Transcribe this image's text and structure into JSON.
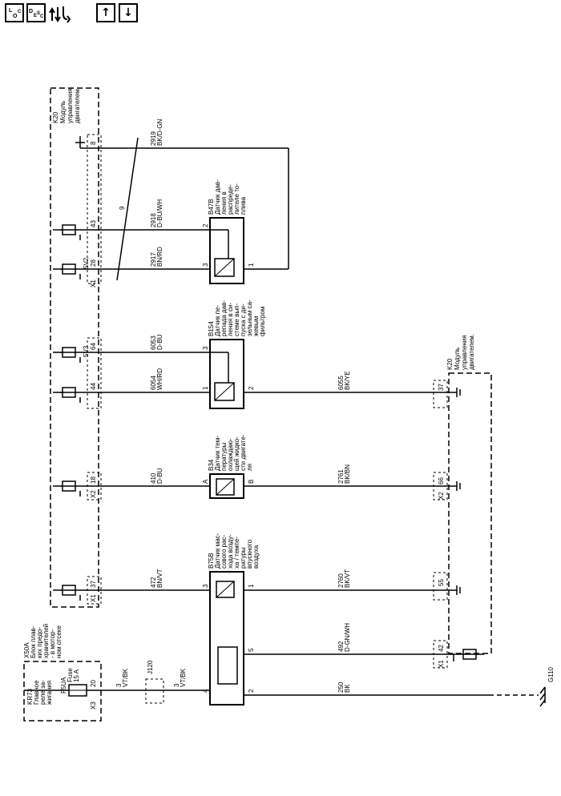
{
  "toolbar": {
    "legend_label": "LOC",
    "description_label": "DESC",
    "up_arrow": "↑",
    "down_arrow": "↓"
  },
  "ecm": {
    "id": "K20",
    "name_line1": "Модуль",
    "name_line2": "управления",
    "name_line3": "двигателем.",
    "group_5v2": "5V2",
    "group_5v3": "5V3"
  },
  "connectors": {
    "x1": "X1",
    "x2": "X2",
    "x3": "X3"
  },
  "pins_left": [
    "8",
    "43",
    "28",
    "64",
    "44",
    "18",
    "37"
  ],
  "pins_right": [
    "37",
    "66",
    "55",
    "42"
  ],
  "circuits": {
    "c2919": {
      "num": "2919",
      "color": "BK/D-GN"
    },
    "c2918": {
      "num": "2918",
      "color": "D-BU/WH"
    },
    "c2917": {
      "num": "2917",
      "color": "BN/RD"
    },
    "c6053": {
      "num": "6053",
      "color": "D-BU"
    },
    "c6054": {
      "num": "6054",
      "color": "WH/RD"
    },
    "c6055": {
      "num": "6055",
      "color": "BK/YE"
    },
    "c410": {
      "num": "410",
      "color": "D-BU"
    },
    "c2761": {
      "num": "2761",
      "color": "BK/BN"
    },
    "c472": {
      "num": "472",
      "color": "BN/VT"
    },
    "c2760": {
      "num": "2760",
      "color": "BK/VT"
    },
    "c492": {
      "num": "492",
      "color": "D-GN/WH"
    },
    "c250": {
      "num": "250",
      "color": "BK"
    },
    "c3a": {
      "num": "3",
      "color": "VT/BK"
    },
    "c3b": {
      "num": "3",
      "color": "VT/BK"
    }
  },
  "twist_label": "9",
  "sensors": {
    "b47b": {
      "id": "B47B",
      "l1": "Датчик дав-",
      "l2": "ления в",
      "l3": "распреде-",
      "l4": "лителе то-",
      "l5": "плива",
      "pin_a": "2",
      "pin_b": "3",
      "pin_c": "1"
    },
    "b154": {
      "id": "B154",
      "l1": "Датчик пе-",
      "l2": "репада дав-",
      "l3": "ления в си-",
      "l4": "стеме вып-",
      "l5": "пуска с ди-",
      "l6": "зельным са-",
      "l7": "жевым",
      "l8": "фильтром",
      "pin_a": "3",
      "pin_b": "1",
      "pin_c": "2"
    },
    "b34": {
      "id": "B34",
      "l1": "Датчик тем-",
      "l2": "пературы",
      "l3": "охлаждаю-",
      "l4": "щей жидко-",
      "l5": "сти двигате-",
      "l6": "ля",
      "pin_a": "A",
      "pin_b": "B"
    },
    "b75b": {
      "id": "B75B",
      "l1": "Датчик мас-",
      "l2": "сового рас-",
      "l3": "хода возду-",
      "l4": "ха / темпе-",
      "l5": "ратуры",
      "l6": "впускного",
      "l7": "воздуха",
      "pin_a": "3",
      "pin_b": "1",
      "pin_c": "4",
      "pin_d": "5",
      "pin_e": "2"
    }
  },
  "fuse_block": {
    "id": "X50A",
    "l1": "Блок плав-",
    "l2": "ких предо-",
    "l3": "хранителей",
    "l4": "- в мотор-",
    "l5": "ном отсеке",
    "relay_id": "KR73",
    "r1": "Главное",
    "r2": "реле за-",
    "r3": "жигания",
    "fuse_id": "F5UA",
    "fuse_word": "Fuse",
    "fuse_rating": "15 A",
    "pin": "20"
  },
  "splice": "J120",
  "ground": "G110"
}
